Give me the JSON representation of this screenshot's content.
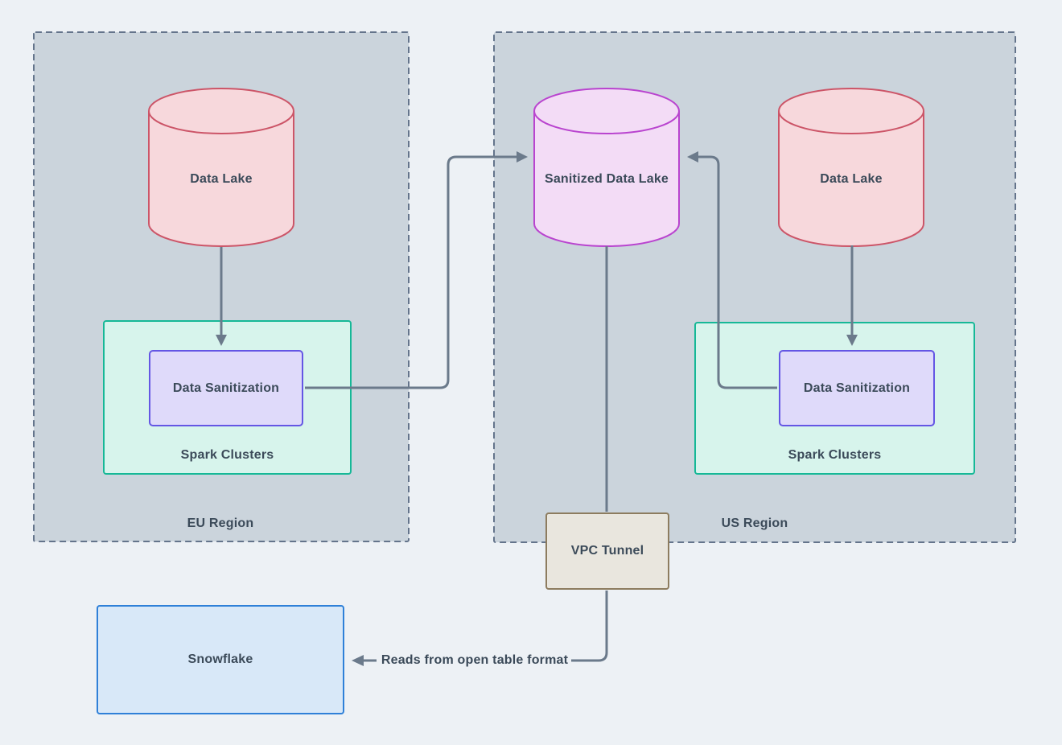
{
  "regions": {
    "eu": {
      "label": "EU Region"
    },
    "us": {
      "label": "US Region"
    }
  },
  "nodes": {
    "eu_data_lake": {
      "label": "Data Lake",
      "shape": "cylinder"
    },
    "eu_spark_clusters": {
      "label": "Spark Clusters",
      "shape": "container"
    },
    "eu_data_sanitization": {
      "label": "Data Sanitization",
      "shape": "box"
    },
    "sanitized_data_lake": {
      "label": "Sanitized Data Lake",
      "shape": "cylinder"
    },
    "us_data_lake": {
      "label": "Data Lake",
      "shape": "cylinder"
    },
    "us_spark_clusters": {
      "label": "Spark Clusters",
      "shape": "container"
    },
    "us_data_sanitization": {
      "label": "Data Sanitization",
      "shape": "box"
    },
    "vpc_tunnel": {
      "label": "VPC Tunnel",
      "shape": "box"
    },
    "snowflake": {
      "label": "Snowflake",
      "shape": "box"
    }
  },
  "edges": {
    "eu_datalake_to_sanitization": {
      "from": "eu_data_lake",
      "to": "eu_data_sanitization"
    },
    "eu_sanitization_to_sanitized_lake": {
      "from": "eu_data_sanitization",
      "to": "sanitized_data_lake"
    },
    "us_datalake_to_sanitization": {
      "from": "us_data_lake",
      "to": "us_data_sanitization"
    },
    "us_sanitization_to_sanitized_lake": {
      "from": "us_data_sanitization",
      "to": "sanitized_data_lake"
    },
    "sanitized_lake_to_vpc": {
      "from": "sanitized_data_lake",
      "to": "vpc_tunnel"
    },
    "vpc_to_snowflake": {
      "from": "vpc_tunnel",
      "to": "snowflake",
      "label": "Reads from open table format"
    }
  },
  "palette": {
    "page_bg": "#edf1f5",
    "region_fill": "#cbd4dc",
    "region_border": "#64748b",
    "data_lake_fill": "#f7d8dc",
    "data_lake_border": "#cc5568",
    "sanitized_lake_fill": "#f3dcf6",
    "sanitized_lake_border": "#b944cf",
    "spark_fill": "#d7f4ec",
    "spark_border": "#16b897",
    "sanitization_fill": "#dfdafa",
    "sanitization_border": "#6456e4",
    "vpc_fill": "#e9e6de",
    "vpc_border": "#8d7c5f",
    "snowflake_fill": "#d8e8f8",
    "snowflake_border": "#2f80d8",
    "connector": "#6b7a8b",
    "text": "#3b4a59"
  }
}
